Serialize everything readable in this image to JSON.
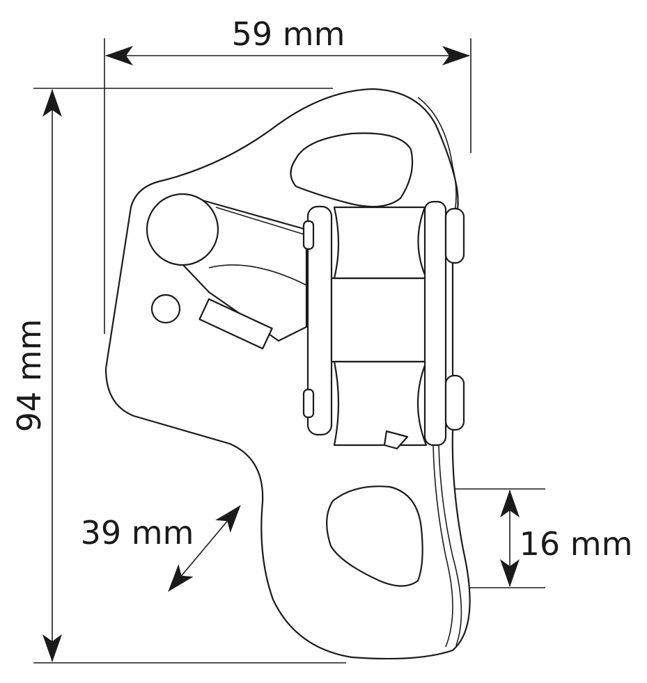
{
  "title": "Rope clamp / descender dimensions diagram",
  "dimensions": {
    "width": "59 mm",
    "height": "94 mm",
    "attachment_hole": "16 mm",
    "rope_opening": "39 mm"
  },
  "colors": {
    "line": "#1a1a1a",
    "background": "#ffffff"
  }
}
